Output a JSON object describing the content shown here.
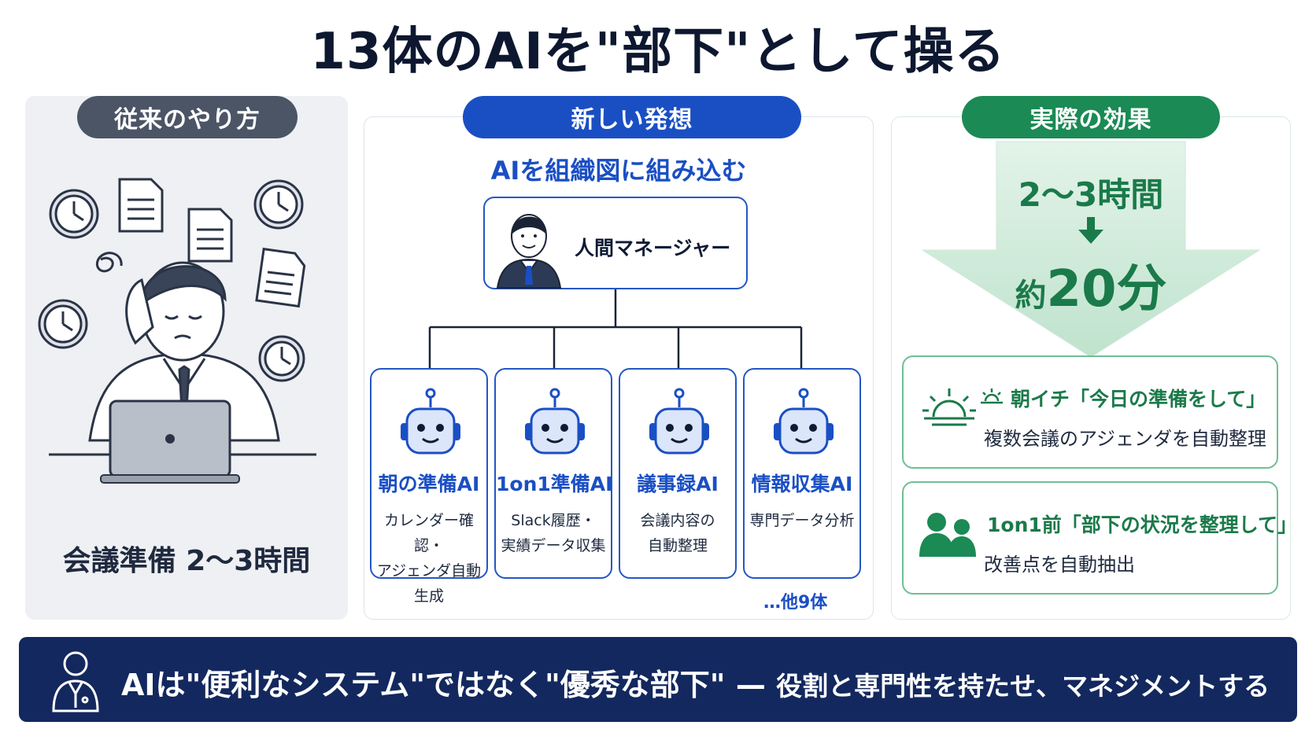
{
  "title": "13体のAIを\"部下\"として操る",
  "left": {
    "label": "従来のやり方",
    "caption": "会議準備 2〜3時間"
  },
  "middle": {
    "label": "新しい発想",
    "subtitle": "AIを組織図に組み込む",
    "manager": "人間マネージャー",
    "agents": [
      {
        "name": "朝の準備AI",
        "desc": [
          "カレンダー確認・",
          "アジェンダ自動生成"
        ]
      },
      {
        "name": "1on1準備AI",
        "desc": [
          "Slack履歴・",
          "実績データ収集"
        ]
      },
      {
        "name": "議事録AI",
        "desc": [
          "会議内容の",
          "自動整理"
        ]
      },
      {
        "name": "情報収集AI",
        "desc": [
          "専門データ分析",
          ""
        ]
      }
    ],
    "others": "…他9体"
  },
  "right": {
    "label": "実際の効果",
    "before": "2〜3時間",
    "after_prefix": "約",
    "after_value": "20分",
    "effects": [
      {
        "title": "朝イチ「今日の準備をして」",
        "desc": "複数会議のアジェンダを自動整理",
        "icon": "sunrise-icon"
      },
      {
        "title": "1on1前「部下の状況を整理して」",
        "desc": "改善点を自動抽出",
        "icon": "people-icon"
      }
    ]
  },
  "footer": {
    "main": "AIは\"便利なシステム\"ではなく\"優秀な部下\"",
    "dash": " — ",
    "sub": "役割と専門性を持たせ、マネジメントする"
  },
  "colors": {
    "blue": "#1a4fc4",
    "green": "#1b8a55",
    "navy": "#13285e",
    "gray": "#4c5566"
  }
}
